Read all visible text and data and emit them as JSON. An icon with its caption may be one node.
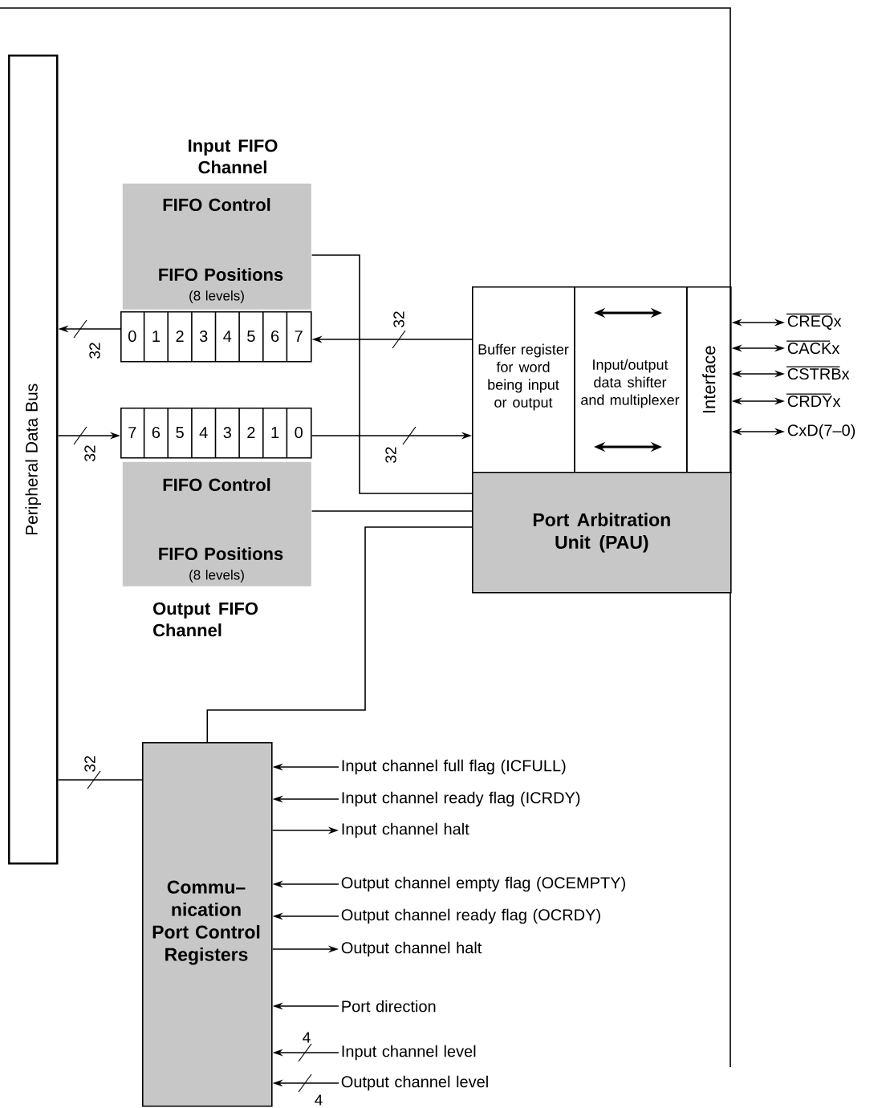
{
  "diagram": {
    "nodes": [
      {
        "text": [
          "Peripheral Data Bus"
        ]
      },
      {
        "text": [
          "Input FIFO Channel",
          "FIFO Control",
          "FIFO Positions",
          "(8 levels)"
        ]
      },
      {
        "text": [
          "0",
          "1",
          "2",
          "3",
          "4",
          "5",
          "6",
          "7"
        ]
      },
      {
        "text": [
          "7",
          "6",
          "5",
          "4",
          "3",
          "2",
          "1",
          "0"
        ]
      },
      {
        "text": [
          "FIFO Control",
          "FIFO Positions",
          "(8 levels)",
          "Output FIFO Channel"
        ]
      },
      {
        "text": [
          "Buffer register for word being input or output"
        ]
      },
      {
        "text": [
          "Input/output data shifter and multiplexer"
        ]
      },
      {
        "text": [
          "Interface"
        ]
      },
      {
        "text": [
          "Port Arbitration Unit (PAU)"
        ]
      },
      {
        "text": [
          "Commu– nication Port Control Registers"
        ]
      },
      {
        "text": [
          "CREQx"
        ]
      },
      {
        "text": [
          "CACKx"
        ]
      },
      {
        "text": [
          "CSTRBx"
        ]
      },
      {
        "text": [
          "CRDYx"
        ]
      },
      {
        "text": [
          "CxD(7–0)"
        ]
      },
      {
        "text": [
          "Input channel full flag (ICFULL)"
        ]
      },
      {
        "text": [
          "Input channel ready flag (ICRDY)"
        ]
      },
      {
        "text": [
          "Input channel halt"
        ]
      },
      {
        "text": [
          "Output channel empty flag (OCEMPTY)"
        ]
      },
      {
        "text": [
          "Output channel ready flag (OCRDY)"
        ]
      },
      {
        "text": [
          "Output channel halt"
        ]
      },
      {
        "text": [
          "Port direction"
        ]
      },
      {
        "text": [
          "Input channel level"
        ]
      },
      {
        "text": [
          "Output channel level"
        ]
      }
    ],
    "edges": [
      {
        "from": 5,
        "to": 2,
        "arrow": "to",
        "label": "32"
      },
      {
        "from": 2,
        "to": 0,
        "arrow": "to",
        "label": "32"
      },
      {
        "from": 0,
        "to": 3,
        "arrow": "to",
        "label": "32"
      },
      {
        "from": 3,
        "to": 5,
        "arrow": "to",
        "label": "32"
      },
      {
        "from": 1,
        "to": 8,
        "arrow": "none"
      },
      {
        "from": 4,
        "to": 8,
        "arrow": "none"
      },
      {
        "from": 9,
        "to": 8,
        "arrow": "none"
      },
      {
        "from": 0,
        "to": 9,
        "arrow": "none",
        "label": "32"
      },
      {
        "from": 7,
        "to": 10,
        "arrow": "both"
      },
      {
        "from": 7,
        "to": 11,
        "arrow": "both"
      },
      {
        "from": 7,
        "to": 12,
        "arrow": "both"
      },
      {
        "from": 7,
        "to": 13,
        "arrow": "both"
      },
      {
        "from": 7,
        "to": 14,
        "arrow": "both"
      },
      {
        "from": 15,
        "to": 9,
        "arrow": "to"
      },
      {
        "from": 16,
        "to": 9,
        "arrow": "to"
      },
      {
        "from": 9,
        "to": 17,
        "arrow": "to"
      },
      {
        "from": 18,
        "to": 9,
        "arrow": "to"
      },
      {
        "from": 19,
        "to": 9,
        "arrow": "to"
      },
      {
        "from": 9,
        "to": 20,
        "arrow": "to"
      },
      {
        "from": 21,
        "to": 9,
        "arrow": "to"
      },
      {
        "from": 22,
        "to": 9,
        "arrow": "to",
        "label": "4"
      },
      {
        "from": 23,
        "to": 9,
        "arrow": "to",
        "label": "4"
      }
    ]
  }
}
